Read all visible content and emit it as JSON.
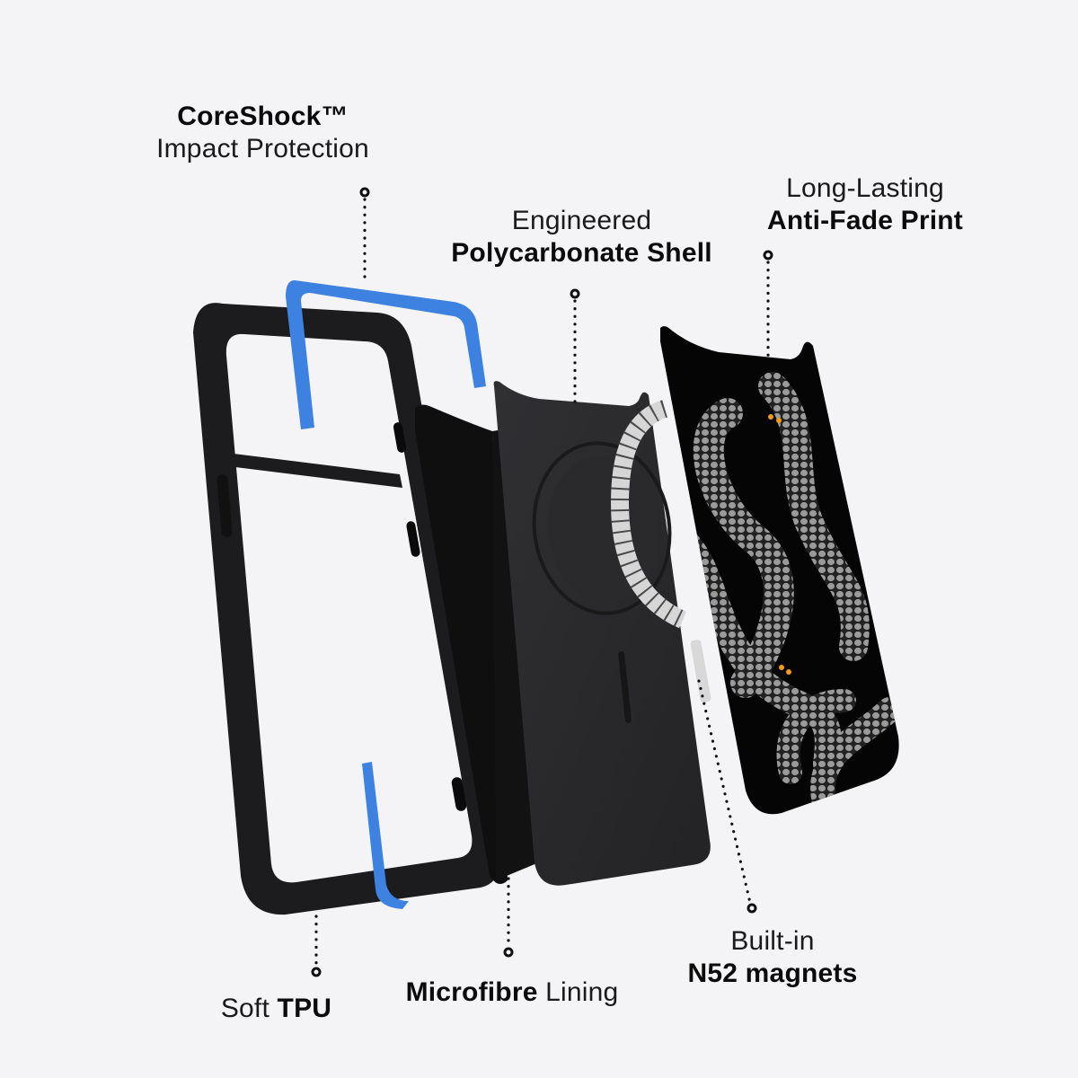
{
  "diagram": {
    "title": "Phone case layer breakdown",
    "background_color": "#f4f4f6",
    "accent_color": "#3d82e0",
    "callouts": [
      {
        "id": "coreshock",
        "bold": "CoreShock™",
        "light": "Impact Protection",
        "order": "bold-first"
      },
      {
        "id": "polycarbonate",
        "light": "Engineered",
        "bold": "Polycarbonate Shell",
        "order": "light-first"
      },
      {
        "id": "antifade",
        "light": "Long-Lasting",
        "bold": "Anti-Fade Print",
        "order": "light-first"
      },
      {
        "id": "tpu",
        "light": "Soft",
        "bold": "TPU",
        "order": "inline-light-bold"
      },
      {
        "id": "microfibre",
        "bold": "Microfibre",
        "light": "Lining",
        "order": "inline-bold-light"
      },
      {
        "id": "magnets",
        "light": "Built-in",
        "bold": "N52 magnets",
        "order": "light-first"
      }
    ],
    "layers": [
      {
        "name": "Soft TPU bumper frame",
        "color": "#1b1b1d"
      },
      {
        "name": "CoreShock inserts",
        "color": "#3d82e0"
      },
      {
        "name": "Microfibre lining",
        "color": "#0e0e0e"
      },
      {
        "name": "Polycarbonate shell",
        "color": "#2b2b2d"
      },
      {
        "name": "MagSafe magnet ring",
        "color": "#d8d8d8"
      },
      {
        "name": "Anti-fade print panel (snake pattern)",
        "color": "#050505"
      }
    ]
  }
}
